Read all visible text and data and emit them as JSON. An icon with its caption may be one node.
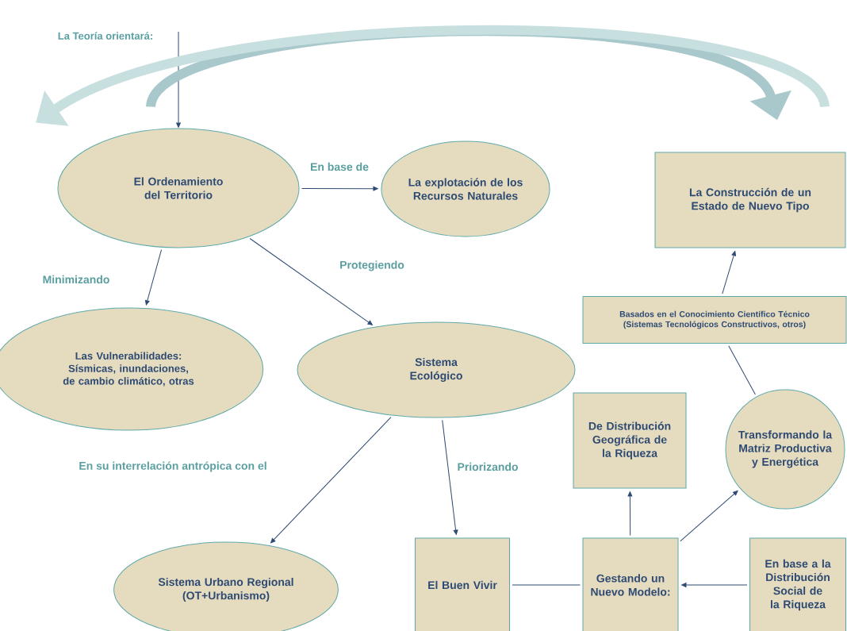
{
  "diagram": {
    "nodes": [
      {
        "text": [
          "La Teoría orientará:"
        ]
      },
      {
        "text": [
          "El Ordenamiento del Territorio"
        ]
      },
      {
        "text": [
          "La explotación de los Recursos Naturales"
        ]
      },
      {
        "text": [
          "La Construcción de un Estado de Nuevo Tipo"
        ]
      },
      {
        "text": [
          "Las Vulnerabilidades: Sísmicas, inundaciones, de cambio climático, otras"
        ]
      },
      {
        "text": [
          "Sistema Ecológico"
        ]
      },
      {
        "text": [
          "Basados en el Conocimiento Científico Técnico (Sistemas Tecnológicos Constructivos, otros)"
        ]
      },
      {
        "text": [
          "De Distribución Geográfica de la Riqueza"
        ]
      },
      {
        "text": [
          "Transformando la Matriz Productiva y Energética"
        ]
      },
      {
        "text": [
          "Sistema Urbano Regional (OT+Urbanismo)"
        ]
      },
      {
        "text": [
          "El Buen Vivir"
        ]
      },
      {
        "text": [
          "Gestando un Nuevo Modelo:"
        ]
      },
      {
        "text": [
          "En base a la Distribución Social de la Riqueza"
        ]
      }
    ],
    "edges": [
      {
        "from": 0,
        "to": 1,
        "arrow": "to"
      },
      {
        "from": 1,
        "to": 2,
        "arrow": "to",
        "label": "En base de"
      },
      {
        "from": 1,
        "to": 4,
        "arrow": "to",
        "label": "Minimizando"
      },
      {
        "from": 1,
        "to": 5,
        "arrow": "to",
        "label": "Protegiendo"
      },
      {
        "from": 5,
        "to": 9,
        "arrow": "to",
        "label": "En su interrelación antrópica con el"
      },
      {
        "from": 5,
        "to": 10,
        "arrow": "to",
        "label": "Priorizando"
      },
      {
        "from": 10,
        "to": 11,
        "arrow": "none"
      },
      {
        "from": 12,
        "to": 11,
        "arrow": "to"
      },
      {
        "from": 11,
        "to": 7,
        "arrow": "to"
      },
      {
        "from": 11,
        "to": 8,
        "arrow": "to"
      },
      {
        "from": 8,
        "to": 6,
        "arrow": "none"
      },
      {
        "from": 6,
        "to": 3,
        "arrow": "to"
      },
      {
        "from": 1,
        "to": 3,
        "arrow": "to",
        "style": "thick",
        "color": "#a8c8cc"
      },
      {
        "from": 3,
        "to": 1,
        "arrow": "to",
        "style": "thick",
        "color": "#c8dfe0"
      }
    ]
  }
}
